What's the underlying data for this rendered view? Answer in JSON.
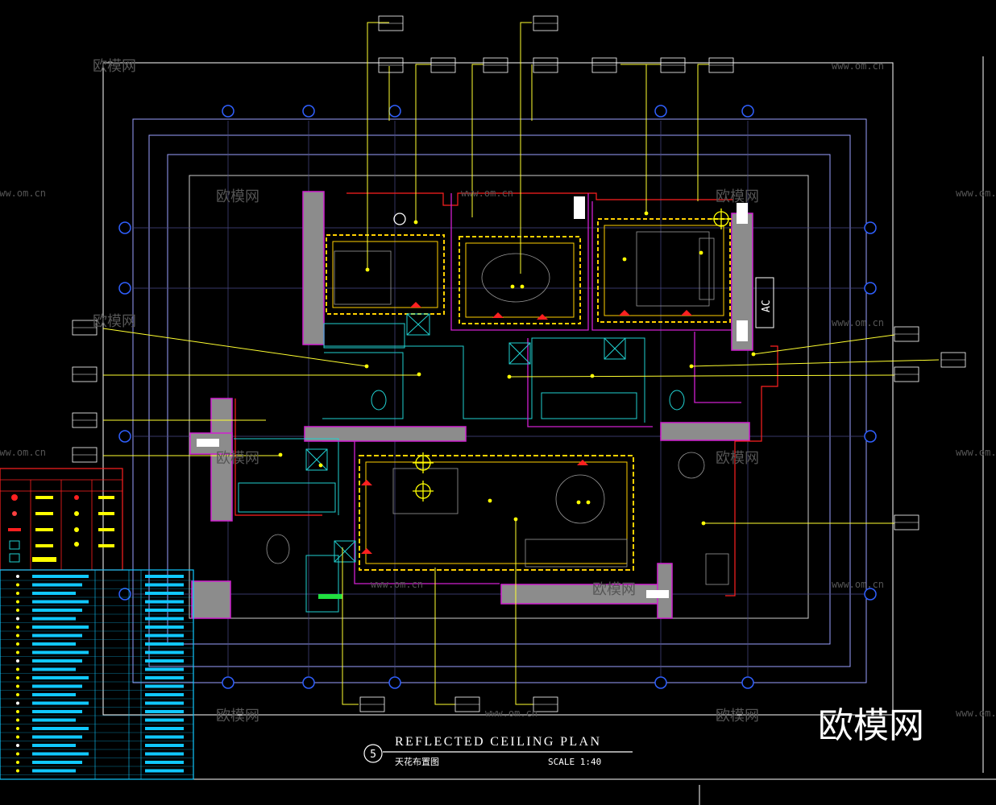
{
  "drawing": {
    "title": "REFLECTED CEILING PLAN",
    "subtitle": "天花布置图",
    "scale": "SCALE 1:40",
    "number": "5",
    "ac_label": "AC",
    "brand": "欧模网",
    "watermark_text": "欧模网",
    "watermark_url": "www.om.cn"
  },
  "colors": {
    "background": "#000000",
    "wall_fill": "#8c8c8c",
    "wall_outline": "#d020d0",
    "ceiling_trim": "#ffd000",
    "leader": "#ffff30",
    "dimension": "#9aa0ff",
    "grid_bubble": "#3060ff",
    "lamp": "#ffff00",
    "fixture": "#20d0d0",
    "red_line": "#ff2020",
    "legend_cyan": "#10c8ff",
    "legend_red": "#ff2020",
    "white": "#ffffff"
  }
}
